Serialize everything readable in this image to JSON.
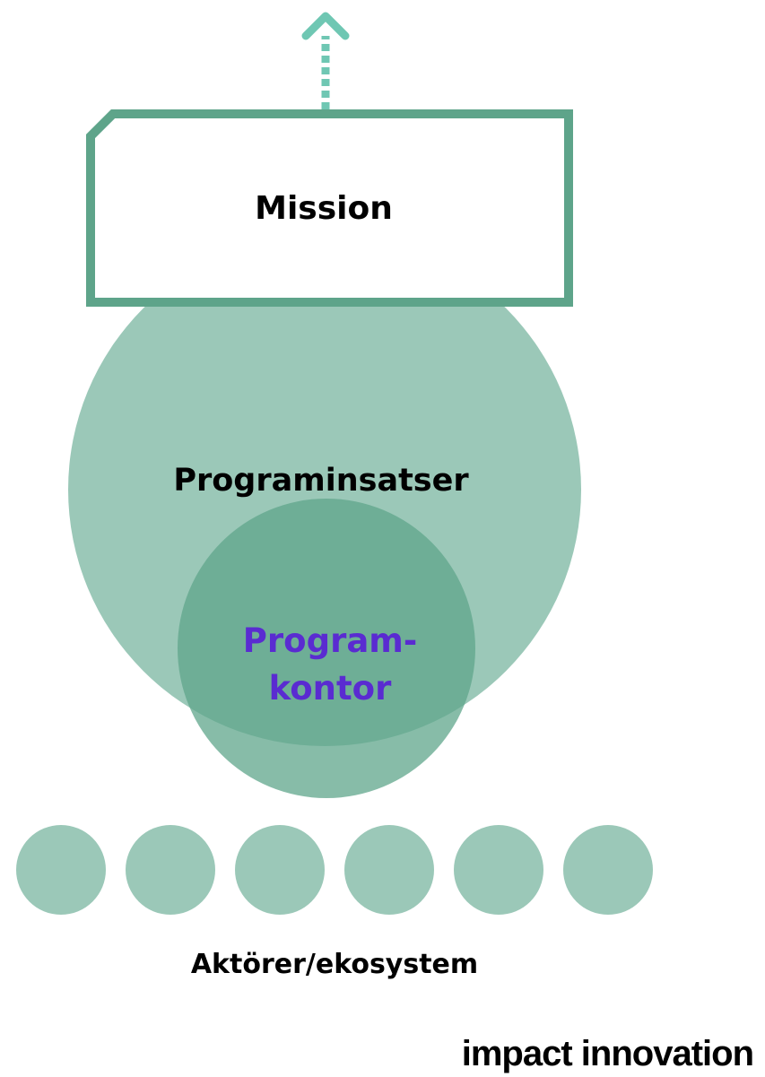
{
  "diagram": {
    "mission_label": "Mission",
    "program_label": "Programinsatser",
    "office_label_line1": "Program-",
    "office_label_line2": "kontor",
    "actors_label": "Aktörer/ekosystem",
    "actor_count": 6,
    "brand": "impact innovation"
  },
  "colors": {
    "teal_light": "#9bc8b8",
    "teal_dark": "#5fa68b",
    "teal_border": "#5ea48a",
    "arrow": "#6fc7b3",
    "office_text": "#5a2bd1",
    "text": "#000000"
  }
}
